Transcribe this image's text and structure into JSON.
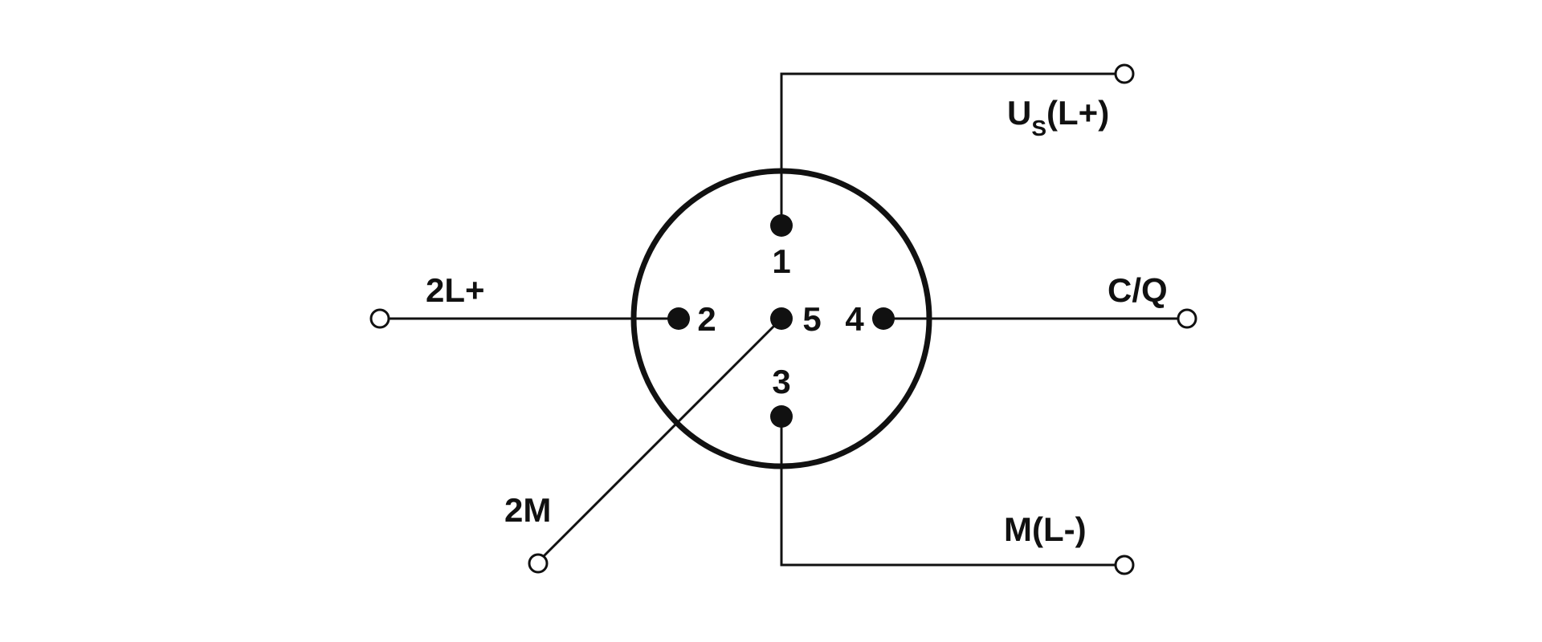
{
  "connector": {
    "pins": [
      {
        "id": "pin-1",
        "label": "1"
      },
      {
        "id": "pin-2",
        "label": "2"
      },
      {
        "id": "pin-3",
        "label": "3"
      },
      {
        "id": "pin-4",
        "label": "4"
      },
      {
        "id": "pin-5",
        "label": "5"
      }
    ]
  },
  "signals": {
    "pin1": {
      "main": "U",
      "subscript": "S",
      "suffix": "(L+)"
    },
    "pin2": "2L+",
    "pin3": "M(L-)",
    "pin4": "C/Q",
    "pin5": "2M"
  }
}
